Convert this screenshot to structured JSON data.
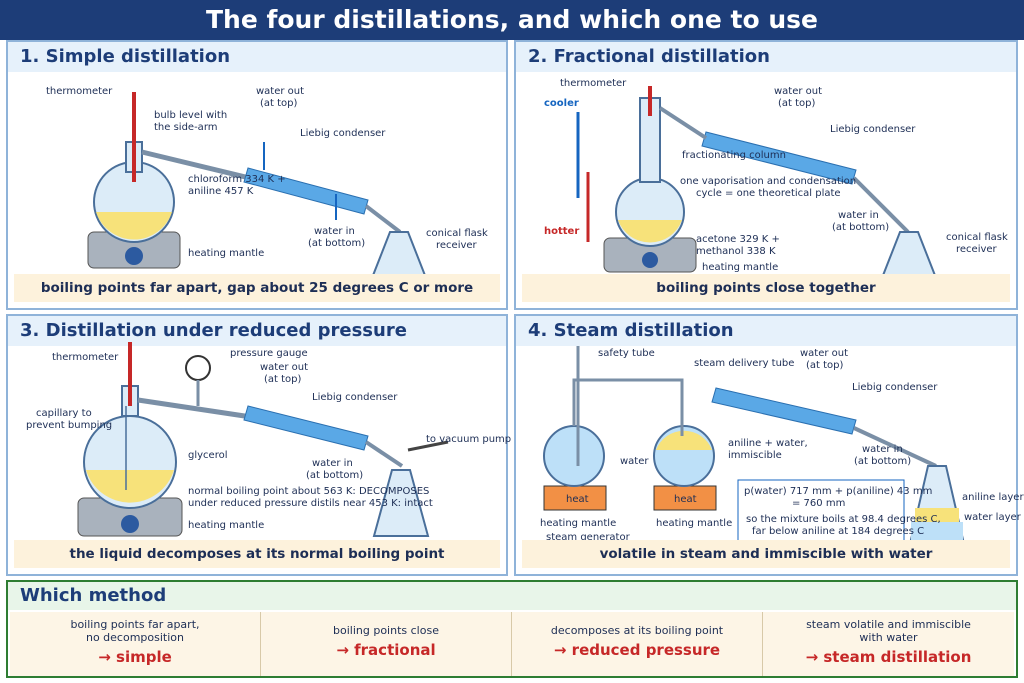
{
  "title": "The four distillations, and which one to use",
  "panels": {
    "simple": {
      "title": "1. Simple distillation",
      "labels": {
        "thermometer": "thermometer",
        "bulb1": "bulb level with",
        "bulb2": "the side-arm",
        "water_out1": "water out",
        "water_out2": "(at top)",
        "condenser": "Liebig condenser",
        "mixture1": "chloroform 334 K +",
        "mixture2": "aniline 457 K",
        "water_in1": "water in",
        "water_in2": "(at bottom)",
        "flask1": "conical flask",
        "flask2": "receiver",
        "mantle": "heating mantle"
      },
      "footer": "boiling points far apart, gap about 25 degrees C or more"
    },
    "fractional": {
      "title": "2. Fractional distillation",
      "labels": {
        "thermometer": "thermometer",
        "cooler": "cooler",
        "hotter": "hotter",
        "water_out1": "water out",
        "water_out2": "(at top)",
        "condenser": "Liebig condenser",
        "column": "fractionating column",
        "plate1": "one vaporisation and condensation",
        "plate2": "cycle = one theoretical plate",
        "water_in1": "water in",
        "water_in2": "(at bottom)",
        "mixture1": "acetone 329 K +",
        "mixture2": "methanol 338 K",
        "flask1": "conical flask",
        "flask2": "receiver",
        "mantle": "heating mantle"
      },
      "footer": "boiling points close together"
    },
    "reduced": {
      "title": "3. Distillation under reduced pressure",
      "labels": {
        "thermometer": "thermometer",
        "gauge": "pressure gauge",
        "water_out1": "water out",
        "water_out2": "(at top)",
        "condenser": "Liebig condenser",
        "capillary1": "capillary to",
        "capillary2": "prevent bumping",
        "vacuum": "to vacuum pump",
        "glycerol": "glycerol",
        "water_in1": "water in",
        "water_in2": "(at bottom)",
        "note1": "normal boiling point about 563 K: DECOMPOSES",
        "note2": "under reduced pressure distils near 453 K: intact",
        "mantle": "heating mantle"
      },
      "footer": "the liquid decomposes at its normal boiling point"
    },
    "steam": {
      "title": "4. Steam distillation",
      "labels": {
        "safety": "safety tube",
        "delivery": "steam delivery tube",
        "water_out1": "water out",
        "water_out2": "(at top)",
        "condenser": "Liebig condenser",
        "mix1": "aniline + water,",
        "mix2": "immiscible",
        "water": "water",
        "water_in1": "water in",
        "water_in2": "(at bottom)",
        "heat": "heat",
        "mantle": "heating mantle",
        "generator": "steam generator",
        "calc1": "p(water) 717 mm + p(aniline) 43 mm",
        "calc2": "= 760 mm",
        "calc3": "so the mixture boils at 98.4 degrees C,",
        "calc4": "far below aniline at 184 degrees C",
        "aniline_layer": "aniline layer",
        "water_layer": "water layer"
      },
      "footer": "volatile in steam and immiscible with water"
    }
  },
  "which": {
    "title": "Which method",
    "items": [
      {
        "condition1": "boiling points far apart,",
        "condition2": "no decomposition",
        "method": "→ simple"
      },
      {
        "condition1": "boiling points close",
        "condition2": "",
        "method": "→ fractional"
      },
      {
        "condition1": "decomposes at its boiling point",
        "condition2": "",
        "method": "→ reduced pressure"
      },
      {
        "condition1": "steam volatile and immiscible",
        "condition2": "with water",
        "method": "→ steam distillation"
      }
    ]
  },
  "colors": {
    "liquid": "#f7e27a",
    "glass": "#dcecf8",
    "condenser": "#5aa8e6",
    "accent_red": "#c62828",
    "accent_blue": "#1565c0"
  }
}
